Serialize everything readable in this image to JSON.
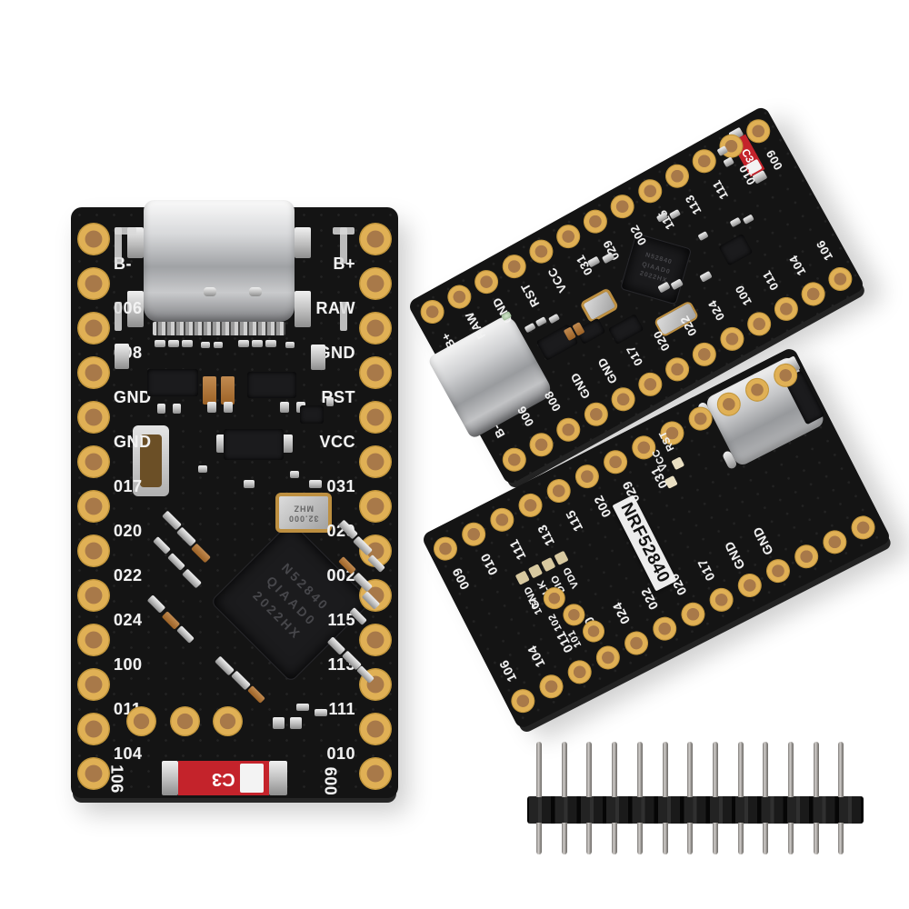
{
  "front_board": {
    "left_pins": [
      "B-",
      "006",
      "008",
      "GND",
      "GND",
      "017",
      "020",
      "022",
      "024",
      "100",
      "011",
      "104",
      "106"
    ],
    "right_pins": [
      "B+",
      "RAW",
      "GND",
      "RST",
      "VCC",
      "031",
      "029",
      "002",
      "115",
      "113",
      "111",
      "010",
      "009"
    ],
    "chip_lines": [
      "N52840",
      "QIAAD0",
      "2022HX"
    ],
    "crystal_lines": [
      "32.000",
      "MHZ"
    ],
    "c3_label": "C3"
  },
  "angled_board": {
    "top_pins": [
      "B+",
      "RAW",
      "GND",
      "RST",
      "VCC",
      "031",
      "029",
      "002",
      "115",
      "113",
      "111",
      "010",
      "009"
    ],
    "bottom_pins": [
      "B-",
      "006",
      "008",
      "GND",
      "GND",
      "017",
      "020",
      "022",
      "024",
      "100",
      "011",
      "104",
      "106"
    ],
    "c3_label": "C3"
  },
  "back_board": {
    "sticker_label": "NRF52840",
    "top_pins": [
      "009",
      "010",
      "111",
      "113",
      "115",
      "002",
      "029",
      "031"
    ],
    "pad_labels": [
      "VCC",
      "RST"
    ],
    "bottom_pins": [
      "106",
      "104",
      "011",
      "100",
      "024",
      "022",
      "020",
      "017",
      "GND",
      "GND"
    ],
    "inner_pins": [
      "107",
      "102",
      "101"
    ],
    "swd_pads": [
      "GND",
      "CLK",
      "DIO",
      "VDD"
    ]
  },
  "pin_header": {
    "pin_count": 13
  },
  "colors": {
    "pcb": "#141414",
    "gold_pad": "#d9ab52",
    "silkscreen": "#f2f2f2",
    "component_red": "#c4232b",
    "background": "#ffffff"
  }
}
